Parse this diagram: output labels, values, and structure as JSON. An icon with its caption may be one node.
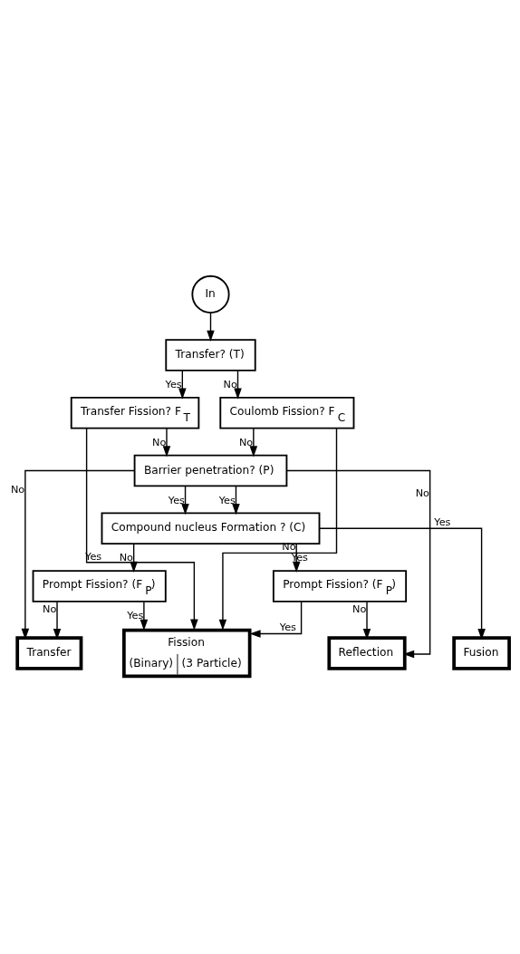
{
  "diagram": {
    "nodes": [
      {
        "text": [
          "In"
        ]
      },
      {
        "text": [
          "Transfer? (T)"
        ]
      },
      {
        "text": [
          "Transfer Fission? F$_{T}$"
        ]
      },
      {
        "text": [
          "Coulomb Fission? F$_{C}$"
        ]
      },
      {
        "text": [
          "Barrier penetration? (P)"
        ]
      },
      {
        "text": [
          "Compound nucleus Formation ? (C)"
        ]
      },
      {
        "text": [
          "Prompt Fission? (F$_{P}$)"
        ]
      },
      {
        "text": [
          "Prompt Fission? (F$_{P}$)"
        ]
      },
      {
        "text": [
          "Transfer"
        ]
      },
      {
        "text": [
          "Fusion"
        ]
      },
      {
        "text": [
          "Reflection"
        ]
      },
      {
        "text": [
          "Fission",
          "(Binary)",
          "(3 Particle)"
        ]
      }
    ],
    "edges": [
      {
        "from": 0,
        "to": 1,
        "arrow": "to"
      },
      {
        "from": 1,
        "to": 2,
        "arrow": "to",
        "label": "Yes"
      },
      {
        "from": 1,
        "to": 3,
        "arrow": "to",
        "label": "No"
      },
      {
        "from": 2,
        "to": 11,
        "arrow": "to",
        "label": "Yes"
      },
      {
        "from": 3,
        "to": 11,
        "arrow": "to",
        "label": "Yes"
      },
      {
        "from": 2,
        "to": 4,
        "arrow": "to",
        "label": "No"
      },
      {
        "from": 3,
        "to": 4,
        "arrow": "to",
        "label": "No"
      },
      {
        "from": 4,
        "to": 8,
        "arrow": "to",
        "label": "No"
      },
      {
        "from": 4,
        "to": 10,
        "arrow": "to",
        "label": "No"
      },
      {
        "from": 4,
        "to": 5,
        "arrow": "to",
        "label": "Yes"
      },
      {
        "from": 4,
        "to": 5,
        "arrow": "to",
        "label": "Yes"
      },
      {
        "from": 5,
        "to": 6,
        "arrow": "to",
        "label": "No"
      },
      {
        "from": 5,
        "to": 9,
        "arrow": "to",
        "label": "Yes"
      },
      {
        "from": 5,
        "to": 7,
        "arrow": "to",
        "label": "No"
      },
      {
        "from": 6,
        "to": 8,
        "arrow": "to",
        "label": "No"
      },
      {
        "from": 6,
        "to": 11,
        "arrow": "to",
        "label": "Yes"
      },
      {
        "from": 7,
        "to": 11,
        "arrow": "to",
        "label": "Yes"
      },
      {
        "from": 7,
        "to": 10,
        "arrow": "to",
        "label": "No"
      }
    ]
  }
}
